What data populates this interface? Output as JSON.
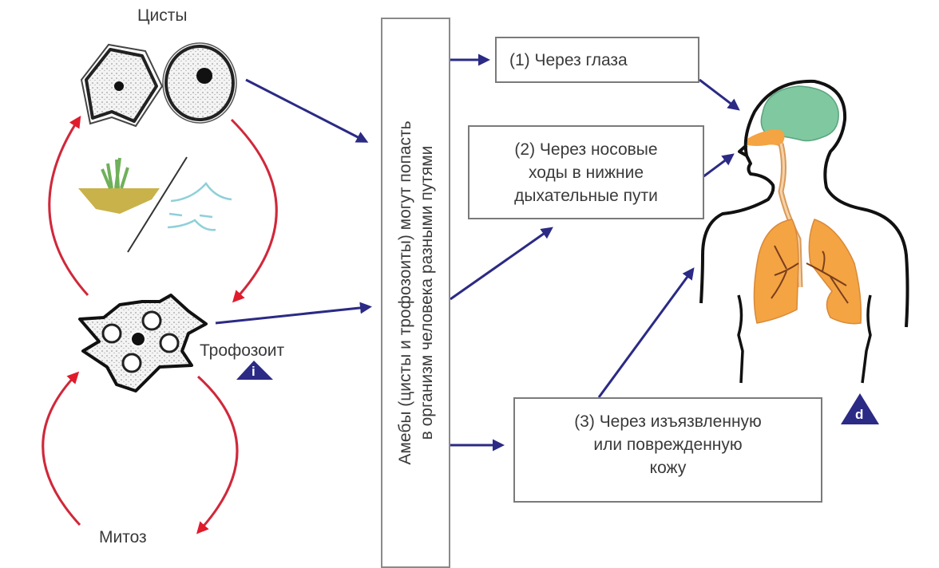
{
  "diagram": {
    "title_fragment": "",
    "labels": {
      "cysts": "Цисты",
      "trophozoite": "Трофозоит",
      "mitosis": "Митоз"
    },
    "central_box": {
      "line1": "Амебы (цисты и трофозоиты) могут попасть",
      "line2": "в организм человека разными путями"
    },
    "routes": [
      {
        "lines": [
          "(1) Через глаза"
        ]
      },
      {
        "lines": [
          "(2) Через носовые",
          "ходы в нижние",
          "дыхательные пути"
        ]
      },
      {
        "lines": [
          "(3) Через изъязвленную",
          "или поврежденную",
          "кожу"
        ]
      }
    ],
    "markers": {
      "infective_stage": "i",
      "diagnostic_stage": "d"
    },
    "colors": {
      "cycle_arrow": "#d0283a",
      "route_arrow": "#2b2a85",
      "marker": "#2b2a85",
      "brain": "#7fc8a0",
      "lungs": "#f4a442",
      "soil": "#c9b24a",
      "water": "#8fd0d8",
      "grass": "#6fb05a"
    }
  }
}
